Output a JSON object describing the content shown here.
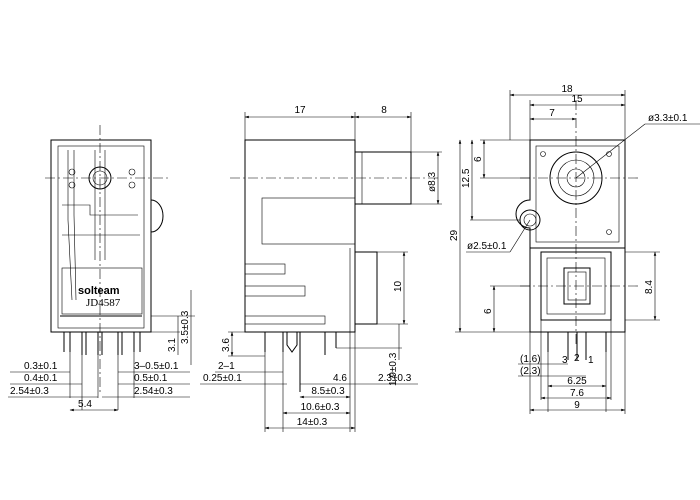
{
  "left_view": {
    "brand_text": "solteam",
    "part_number": "JD4587",
    "dims": {
      "d1": "0.3±0.1",
      "d2": "0.4±0.1",
      "d3": "2.54±0.3",
      "d4": "5.4",
      "d5": "3–0.5±0.1",
      "d6": "0.5±0.1",
      "d7": "2.54±0.3",
      "d8": "3.5±0.3",
      "d9": "3.1"
    }
  },
  "middle_view": {
    "dims": {
      "top_left": "17",
      "top_right": "8",
      "dia_83": "ø8.3",
      "h10": "10",
      "h36": "3.6",
      "h19": "1.9±0.3",
      "d21": "2–1",
      "d025": "0.25±0.1",
      "d46": "4.6",
      "d23": "2.3±0.3",
      "d85": "8.5±0.3",
      "d106": "10.6±0.3",
      "d14": "14±0.3"
    }
  },
  "right_view": {
    "dims": {
      "w18": "18",
      "w15": "15",
      "w7": "7",
      "dia33": "ø3.3±0.1",
      "h6a": "6",
      "h125": "12.5",
      "h29": "29",
      "dia25": "ø2.5±0.1",
      "h84": "8.4",
      "h6b": "6",
      "p16": "(1.6)",
      "p23": "(2.3)",
      "w625": "6.25",
      "w76": "7.6",
      "w9": "9"
    },
    "pin_labels": [
      "3",
      "2",
      "1"
    ]
  }
}
